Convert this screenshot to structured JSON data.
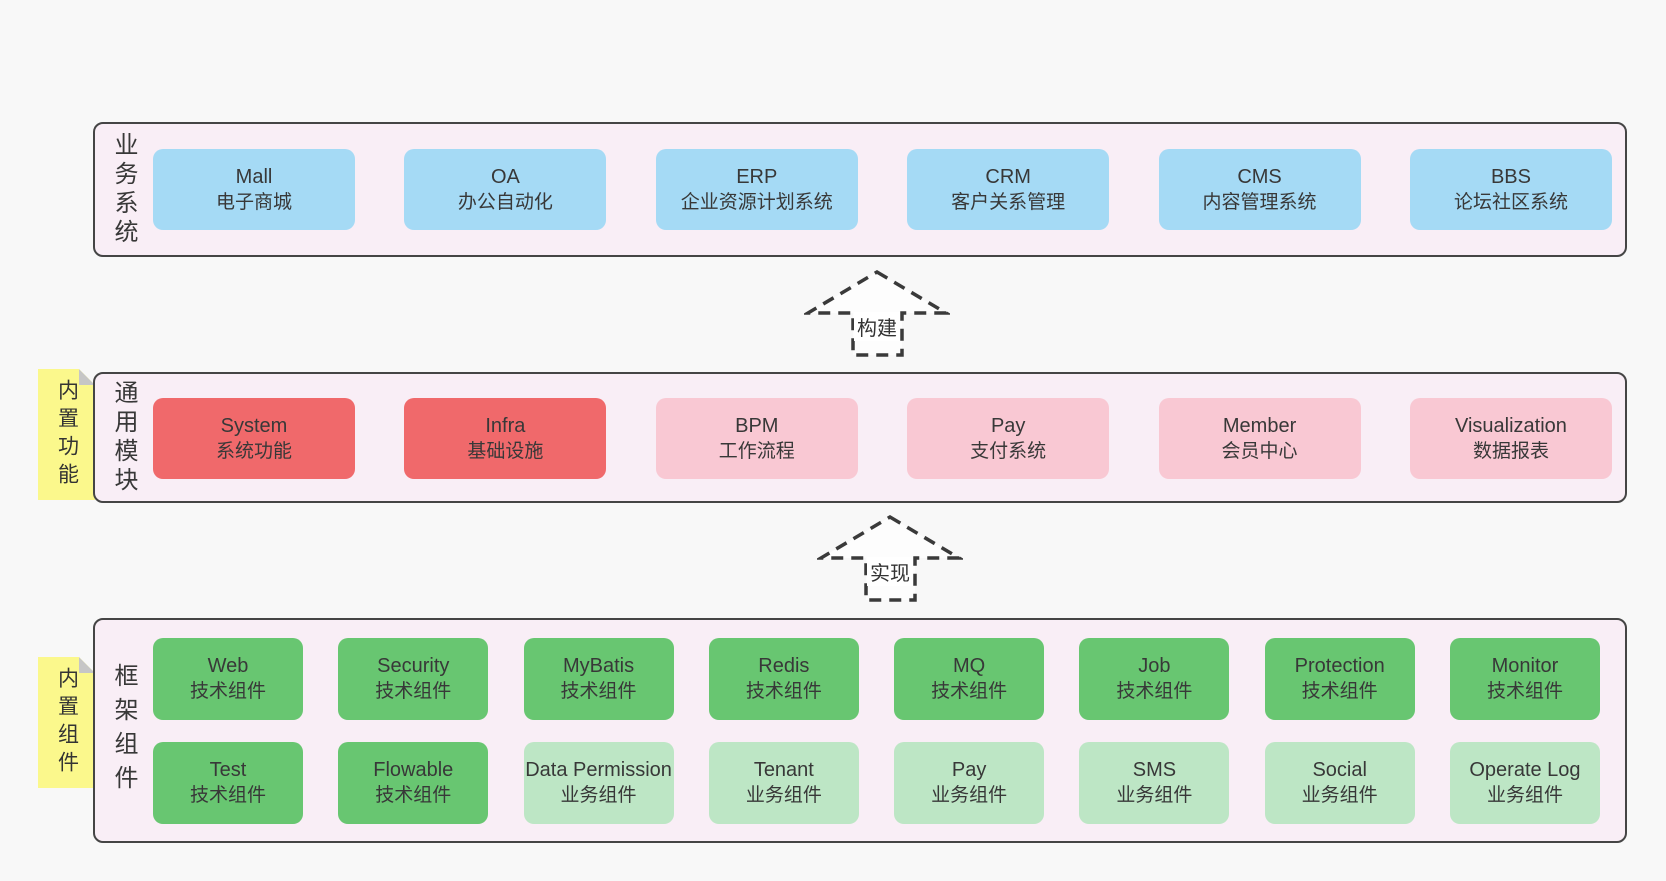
{
  "bands": {
    "business": {
      "label": "业务系统",
      "boxes": [
        {
          "name": "Mall",
          "desc": "电子商城",
          "variant": "blue"
        },
        {
          "name": "OA",
          "desc": "办公自动化",
          "variant": "blue"
        },
        {
          "name": "ERP",
          "desc": "企业资源计划系统",
          "variant": "blue"
        },
        {
          "name": "CRM",
          "desc": "客户关系管理",
          "variant": "blue"
        },
        {
          "name": "CMS",
          "desc": "内容管理系统",
          "variant": "blue"
        },
        {
          "name": "BBS",
          "desc": "论坛社区系统",
          "variant": "blue"
        }
      ]
    },
    "modules": {
      "label": "通用模块",
      "note": "内置功能",
      "boxes": [
        {
          "name": "System",
          "desc": "系统功能",
          "variant": "red"
        },
        {
          "name": "Infra",
          "desc": "基础设施",
          "variant": "red"
        },
        {
          "name": "BPM",
          "desc": "工作流程",
          "variant": "pink"
        },
        {
          "name": "Pay",
          "desc": "支付系统",
          "variant": "pink"
        },
        {
          "name": "Member",
          "desc": "会员中心",
          "variant": "pink"
        },
        {
          "name": "Visualization",
          "desc": "数据报表",
          "variant": "pink"
        }
      ]
    },
    "components": {
      "label": "框架组件",
      "note": "内置组件",
      "rows": {
        "row1": [
          {
            "name": "Web",
            "desc": "技术组件",
            "variant": "green"
          },
          {
            "name": "Security",
            "desc": "技术组件",
            "variant": "green"
          },
          {
            "name": "MyBatis",
            "desc": "技术组件",
            "variant": "green"
          },
          {
            "name": "Redis",
            "desc": "技术组件",
            "variant": "green"
          },
          {
            "name": "MQ",
            "desc": "技术组件",
            "variant": "green"
          },
          {
            "name": "Job",
            "desc": "技术组件",
            "variant": "green"
          },
          {
            "name": "Protection",
            "desc": "技术组件",
            "variant": "green"
          },
          {
            "name": "Monitor",
            "desc": "技术组件",
            "variant": "green"
          }
        ],
        "row2": [
          {
            "name": "Test",
            "desc": "技术组件",
            "variant": "green"
          },
          {
            "name": "Flowable",
            "desc": "技术组件",
            "variant": "green"
          },
          {
            "name": "Data Permission",
            "desc": "业务组件",
            "variant": "lightgreen"
          },
          {
            "name": "Tenant",
            "desc": "业务组件",
            "variant": "lightgreen"
          },
          {
            "name": "Pay",
            "desc": "业务组件",
            "variant": "lightgreen"
          },
          {
            "name": "SMS",
            "desc": "业务组件",
            "variant": "lightgreen"
          },
          {
            "name": "Social",
            "desc": "业务组件",
            "variant": "lightgreen"
          },
          {
            "name": "Operate Log",
            "desc": "业务组件",
            "variant": "lightgreen"
          }
        ]
      }
    }
  },
  "arrows": {
    "build": "构建",
    "implement": "实现"
  },
  "colors": {
    "page-bg": "#f8f8f8",
    "band-bg": "#f9eef6",
    "band-border": "#454545",
    "box-blue": "#a5daf5",
    "box-red": "#f0696b",
    "box-pink": "#f9c8d3",
    "box-green": "#68c671",
    "box-lightgreen": "#bde6c5",
    "note-yellow": "#fbf88c",
    "note-fold": "#c6c6c6",
    "text": "#383838"
  }
}
